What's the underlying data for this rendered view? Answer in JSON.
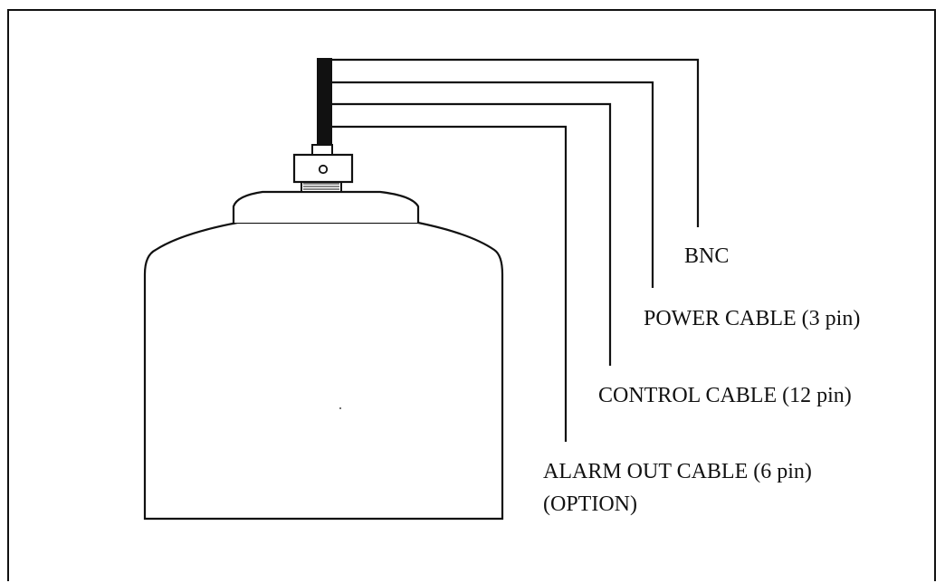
{
  "labels": {
    "bnc": "BNC",
    "power": "POWER CABLE (3 pin)",
    "control": "CONTROL CABLE (12 pin)",
    "alarm": "ALARM OUT CABLE (6 pin)",
    "alarm_option": "(OPTION)"
  },
  "colors": {
    "line": "#111111",
    "background": "#ffffff"
  }
}
